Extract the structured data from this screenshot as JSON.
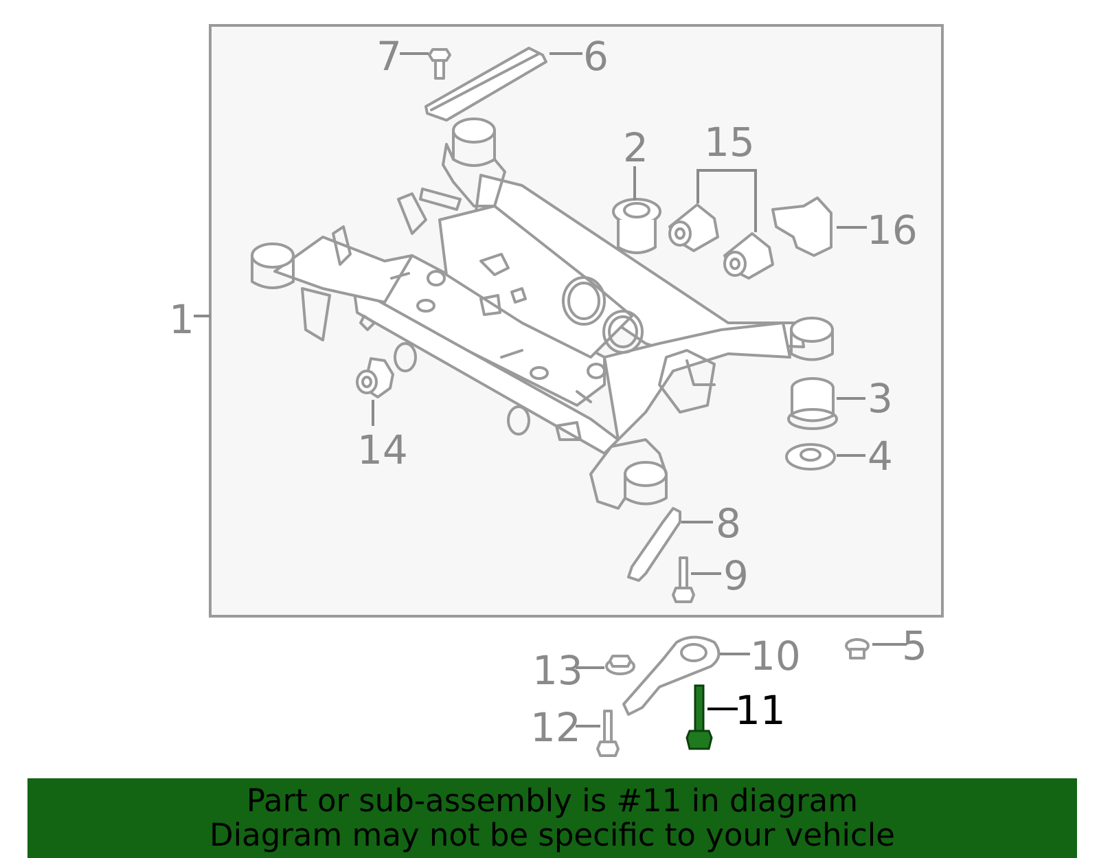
{
  "diagram": {
    "callouts": [
      {
        "id": "1",
        "label": "1"
      },
      {
        "id": "2",
        "label": "2"
      },
      {
        "id": "3",
        "label": "3"
      },
      {
        "id": "4",
        "label": "4"
      },
      {
        "id": "5",
        "label": "5"
      },
      {
        "id": "6",
        "label": "6"
      },
      {
        "id": "7",
        "label": "7"
      },
      {
        "id": "8",
        "label": "8"
      },
      {
        "id": "9",
        "label": "9"
      },
      {
        "id": "10",
        "label": "10"
      },
      {
        "id": "11",
        "label": "11"
      },
      {
        "id": "12",
        "label": "12"
      },
      {
        "id": "13",
        "label": "13"
      },
      {
        "id": "14",
        "label": "14"
      },
      {
        "id": "15",
        "label": "15"
      },
      {
        "id": "16",
        "label": "16"
      }
    ],
    "highlighted_part": "11",
    "colors": {
      "outline": "#9a9a9a",
      "callout_text": "#8a8a8a",
      "highlight_text": "#000000",
      "highlight_part": "#1f7a1f",
      "banner_bg": "#136413",
      "box_bg": "#f7f7f7"
    }
  },
  "banner": {
    "line1": "Part or sub-assembly is #11 in diagram",
    "line2": "Diagram may not be specific to your vehicle"
  }
}
